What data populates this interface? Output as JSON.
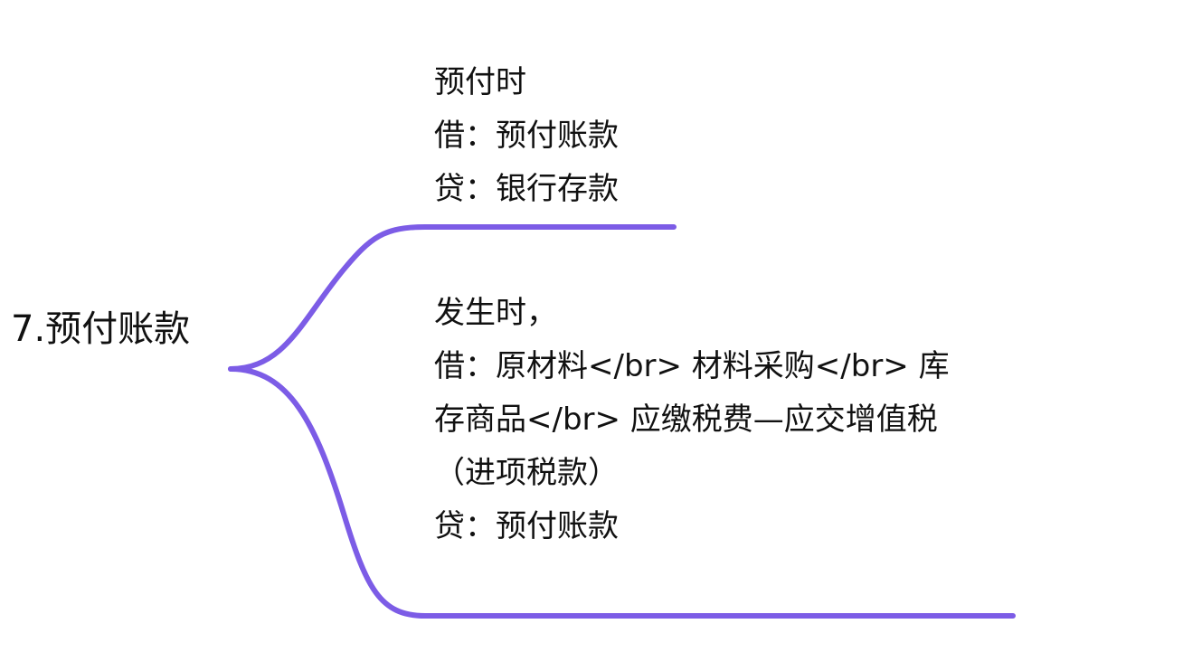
{
  "mindmap": {
    "root": {
      "label": "7.预付账款"
    },
    "branches": [
      {
        "lines": [
          "预付时",
          "借：预付账款",
          "贷：银行存款"
        ]
      },
      {
        "lines": [
          "发生时，",
          "借：原材料</br> 材料采购</br> 库",
          "存商品</br> 应缴税费—应交增值税",
          "（进项税款）",
          "贷：预付账款"
        ]
      }
    ]
  },
  "colors": {
    "connector": "#7c5ce6",
    "text": "#111111",
    "background": "#ffffff"
  }
}
